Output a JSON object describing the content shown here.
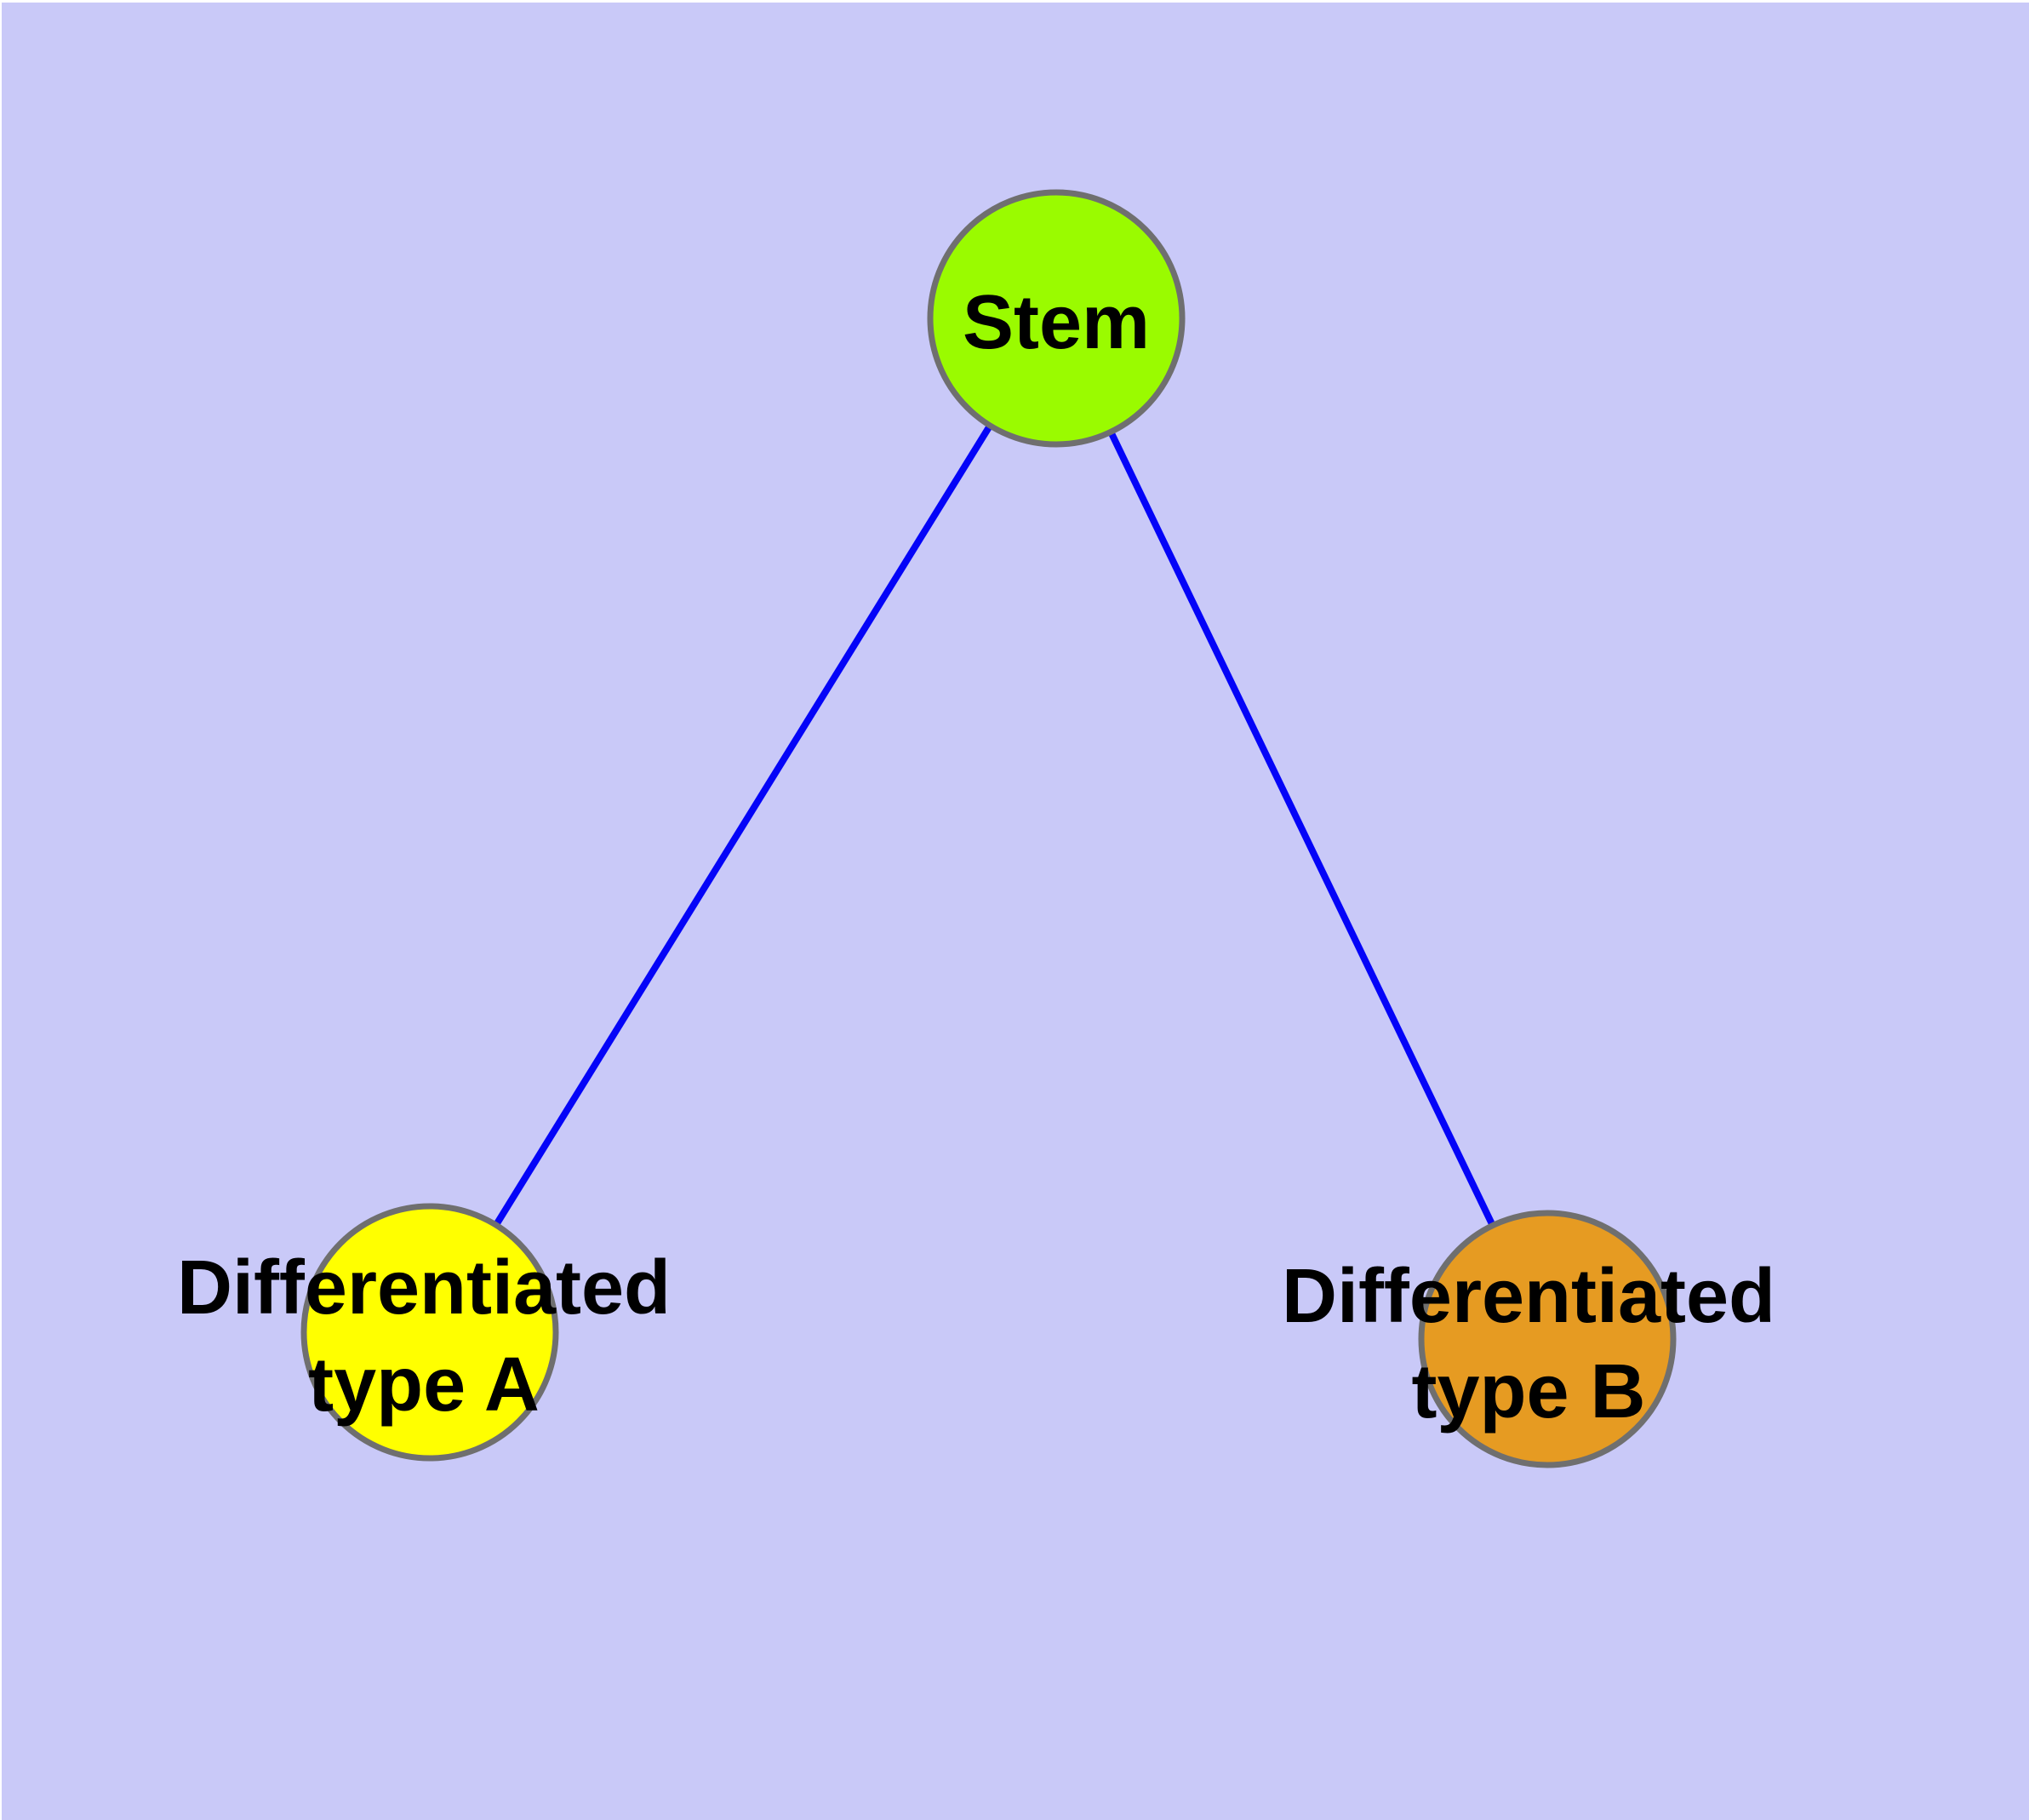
{
  "diagram": {
    "background_color": "#c9c9f8",
    "edge_color": "#0404f8",
    "node_border_color": "#6f6f6f",
    "text_color": "#000000",
    "nodes": [
      {
        "id": "stem",
        "label": "Stem",
        "fill": "#9afb00"
      },
      {
        "id": "differentiated-type-a",
        "label_line1": "Differentiated",
        "label_line2": "type A",
        "fill": "#ffff00"
      },
      {
        "id": "differentiated-type-b",
        "label_line1": "Differentiated",
        "label_line2": "type B",
        "fill": "#e69b22"
      }
    ],
    "edges": [
      {
        "from": "stem",
        "to": "differentiated-type-a"
      },
      {
        "from": "stem",
        "to": "differentiated-type-b"
      }
    ]
  }
}
